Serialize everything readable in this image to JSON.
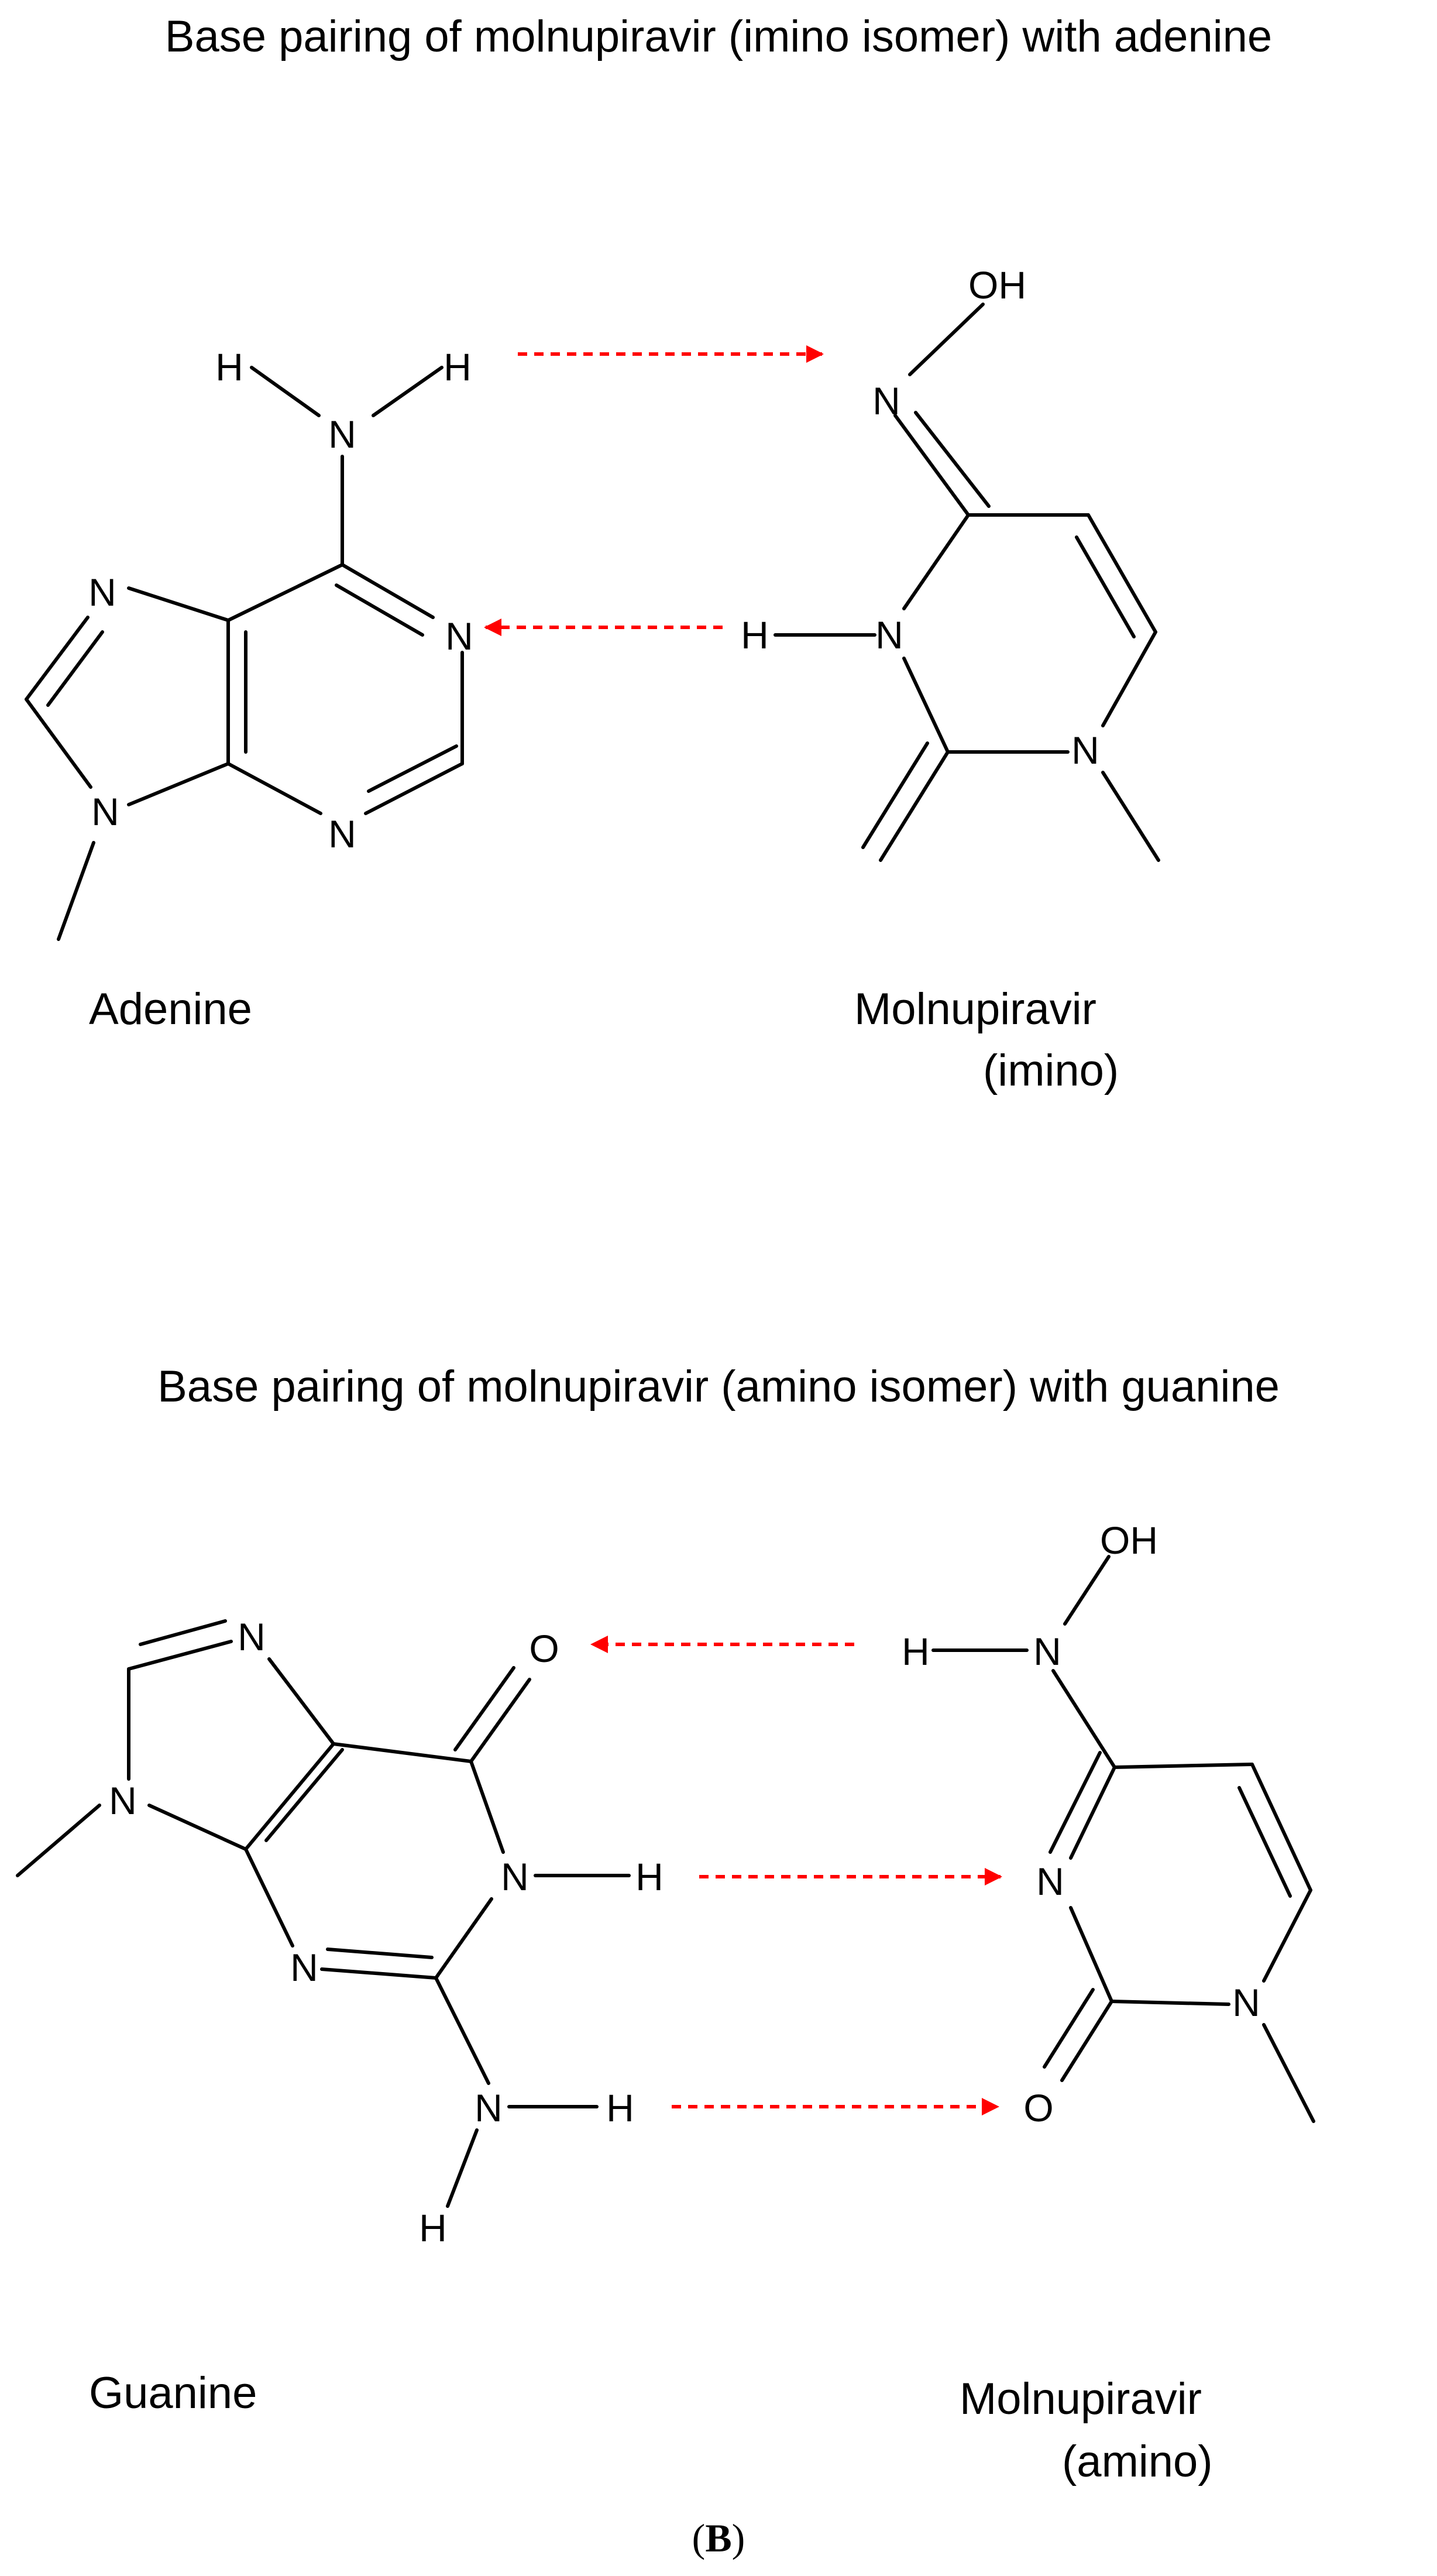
{
  "panel_a": {
    "title": "Base pairing of molnupiravir (imino isomer) with adenine",
    "left_label": "Adenine",
    "right_label_line1": "Molnupiravir",
    "right_label_line2": "(imino)"
  },
  "panel_b": {
    "title": "Base pairing of molnupiravir (amino isomer) with guanine",
    "left_label": "Guanine",
    "right_label_line1": "Molnupiravir",
    "right_label_line2": "(amino)"
  },
  "atoms": {
    "N": "N",
    "H": "H",
    "O": "O",
    "OH": "OH"
  },
  "panel_letter": {
    "open": "(",
    "letter": "B",
    "close": ")"
  },
  "colors": {
    "hydrogen_bond_arrow": "#ff0000",
    "structure": "#000000"
  }
}
